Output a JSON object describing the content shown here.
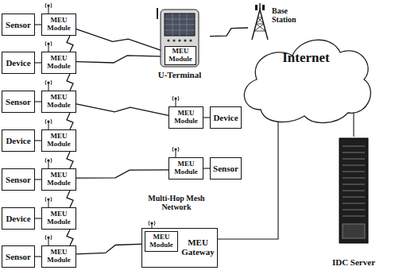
{
  "diagram": {
    "nodes": [
      {
        "text": [
          "Sensor"
        ]
      },
      {
        "text": [
          "MEU Module"
        ]
      },
      {
        "text": [
          "Device"
        ]
      },
      {
        "text": [
          "MEU Module"
        ]
      },
      {
        "text": [
          "Sensor"
        ]
      },
      {
        "text": [
          "MEU Module"
        ]
      },
      {
        "text": [
          "Device"
        ]
      },
      {
        "text": [
          "MEU Module"
        ]
      },
      {
        "text": [
          "Sensor"
        ]
      },
      {
        "text": [
          "MEU Module"
        ]
      },
      {
        "text": [
          "Device"
        ]
      },
      {
        "text": [
          "MEU Module"
        ]
      },
      {
        "text": [
          "Sensor"
        ]
      },
      {
        "text": [
          "MEU Module"
        ]
      },
      {
        "text": [
          "U-Terminal"
        ]
      },
      {
        "text": [
          "MEU Module"
        ],
        "in": 14
      },
      {
        "text": [
          "Base Station"
        ]
      },
      {
        "text": [
          "Internet"
        ]
      },
      {
        "text": [
          "MEU Module"
        ]
      },
      {
        "text": [
          "Device"
        ]
      },
      {
        "text": [
          "MEU Module"
        ]
      },
      {
        "text": [
          "Sensor"
        ]
      },
      {
        "text": [
          "MEU Gateway"
        ]
      },
      {
        "text": [
          "MEU Module"
        ],
        "in": 22
      },
      {
        "text": [
          "IDC Server"
        ]
      }
    ],
    "edges": [
      {
        "from": 0,
        "to": 1,
        "arrow": "none"
      },
      {
        "from": 2,
        "to": 3,
        "arrow": "none"
      },
      {
        "from": 4,
        "to": 5,
        "arrow": "none"
      },
      {
        "from": 6,
        "to": 7,
        "arrow": "none"
      },
      {
        "from": 8,
        "to": 9,
        "arrow": "none"
      },
      {
        "from": 10,
        "to": 11,
        "arrow": "none"
      },
      {
        "from": 12,
        "to": 13,
        "arrow": "none"
      },
      {
        "from": 1,
        "to": 3,
        "arrow": "none"
      },
      {
        "from": 3,
        "to": 5,
        "arrow": "none"
      },
      {
        "from": 5,
        "to": 7,
        "arrow": "none"
      },
      {
        "from": 7,
        "to": 9,
        "arrow": "none"
      },
      {
        "from": 9,
        "to": 11,
        "arrow": "none"
      },
      {
        "from": 11,
        "to": 13,
        "arrow": "none"
      },
      {
        "from": 1,
        "to": 15,
        "arrow": "none"
      },
      {
        "from": 3,
        "to": 15,
        "arrow": "none"
      },
      {
        "from": 5,
        "to": 18,
        "arrow": "none"
      },
      {
        "from": 9,
        "to": 20,
        "arrow": "none"
      },
      {
        "from": 13,
        "to": 23,
        "arrow": "none"
      },
      {
        "from": 14,
        "to": 16,
        "arrow": "none"
      },
      {
        "from": 18,
        "to": 19,
        "arrow": "none"
      },
      {
        "from": 20,
        "to": 21,
        "arrow": "none"
      },
      {
        "from": 22,
        "to": 17,
        "arrow": "none"
      },
      {
        "from": 24,
        "to": 17,
        "arrow": "none"
      }
    ],
    "labels": [
      "Multi-Hop Mesh Network"
    ]
  }
}
